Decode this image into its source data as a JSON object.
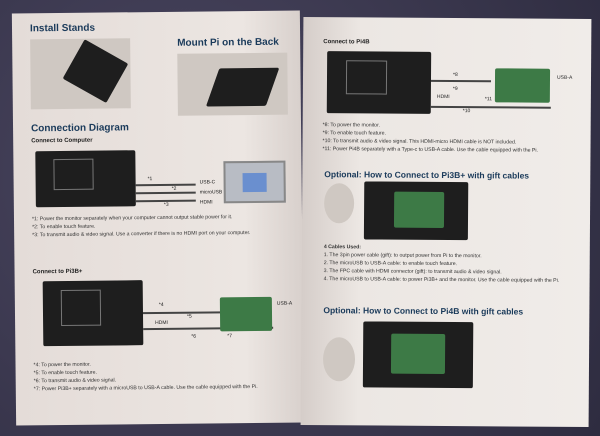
{
  "left": {
    "stands_title": "Install Stands",
    "mount_title": "Mount Pi on the Back",
    "connection_title": "Connection Diagram",
    "computer": {
      "subtitle": "Connect to Computer",
      "labels": [
        "*1",
        "*2",
        "*3",
        "USB-C",
        "microUSB",
        "HDMI"
      ],
      "notes": [
        "*1: Power the monitor separately when your computer cannot output stable power for it.",
        "*2: To enable touch feature.",
        "*3: To transmit audio & video signal. Use a converter if there is no HDMI port on your computer."
      ]
    },
    "pi3": {
      "subtitle": "Connect to Pi3B+",
      "labels": [
        "*4",
        "*5",
        "*6",
        "*7",
        "USB-A",
        "HDMI"
      ],
      "notes": [
        "*4: To power the monitor.",
        "*5: To enable touch feature.",
        "*6: To transmit audio & video signal.",
        "*7: Power Pi3B+ separately with a microUSB to USB-A cable. Use the cable equipped with the Pi."
      ]
    }
  },
  "right": {
    "pi4": {
      "subtitle": "Connect to Pi4B",
      "labels": [
        "*8",
        "*9",
        "*10",
        "*11",
        "USB-A",
        "HDMI"
      ],
      "notes": [
        "*8: To power the monitor.",
        "*9: To enable touch feature.",
        "*10: To transmit audio & video signal. This HDMI-micro HDMI cable is NOT included.",
        "*11: Power Pi4B separately with a Type-c to USB-A cable. Use the cable equipped with the Pi."
      ]
    },
    "optional_pi3_title": "Optional: How to Connect to Pi3B+ with gift cables",
    "cables": {
      "title": "4 Cables Used:",
      "items": [
        "1. The 3pin power cable (gift): to output power from Pi to the monitor.",
        "2. The microUSB to USB-A cable: to enable touch feature.",
        "3. The FPC cable with HDMI connector (gift): to transmit audio & video signal.",
        "4. The microUSB to USB-A cable: to power Pi3B+ and the monitor. Use the cable equipped with the Pi."
      ]
    },
    "optional_pi4_title": "Optional: How to Connect to Pi4B with gift cables"
  }
}
